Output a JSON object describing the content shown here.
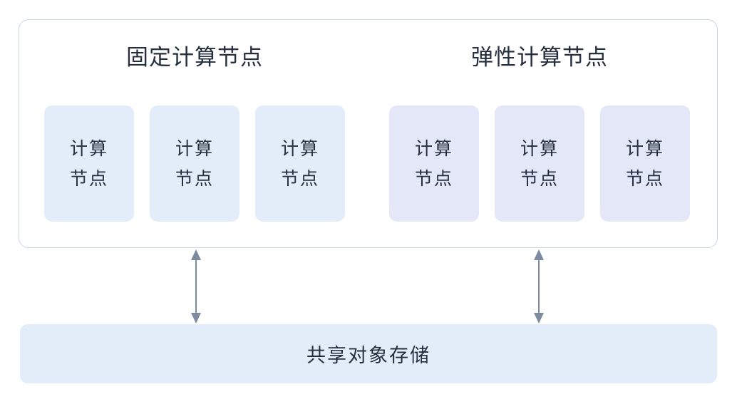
{
  "diagram": {
    "compute_container": {
      "groups": [
        {
          "id": "fixed",
          "title": "固定计算节点",
          "card_color": "#e3edfa",
          "nodes": [
            {
              "line1": "计算",
              "line2": "节点"
            },
            {
              "line1": "计算",
              "line2": "节点"
            },
            {
              "line1": "计算",
              "line2": "节点"
            }
          ]
        },
        {
          "id": "elastic",
          "title": "弹性计算节点",
          "card_color": "#e4e7f8",
          "nodes": [
            {
              "line1": "计算",
              "line2": "节点"
            },
            {
              "line1": "计算",
              "line2": "节点"
            },
            {
              "line1": "计算",
              "line2": "节点"
            }
          ]
        }
      ],
      "border_color": "#ccd6e6",
      "background": "#ffffff"
    },
    "connectors": [
      {
        "id": "fixed-to-storage",
        "type": "double-arrow-vertical",
        "color": "#7c8ba0"
      },
      {
        "id": "elastic-to-storage",
        "type": "double-arrow-vertical",
        "color": "#7c8ba0"
      }
    ],
    "storage": {
      "label": "共享对象存储",
      "background": "#e3edfa"
    },
    "text_color": "#252f3f"
  }
}
